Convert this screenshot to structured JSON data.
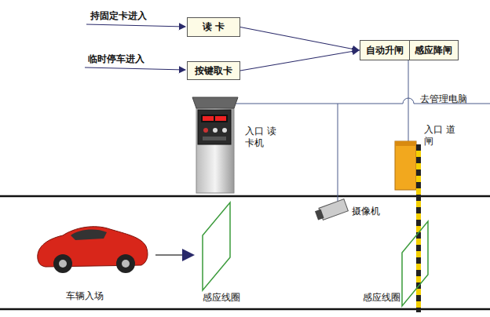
{
  "diagram": {
    "nodes": [
      {
        "text": [
          "读 卡"
        ]
      },
      {
        "text": [
          "按键取卡"
        ]
      },
      {
        "text": [
          "自动升闸",
          "感应降闸"
        ]
      }
    ],
    "edges": [
      {
        "from": 0,
        "to": 2,
        "arrow": "to"
      },
      {
        "from": 1,
        "to": 2,
        "arrow": "to"
      }
    ],
    "labels": [
      "持固定卡进入",
      "临时停车进入",
      "去管理电脑",
      "入口 读卡机",
      "入口 道闸",
      "摄像机",
      "车辆入场",
      "感应线圈",
      "感应线圈"
    ]
  }
}
